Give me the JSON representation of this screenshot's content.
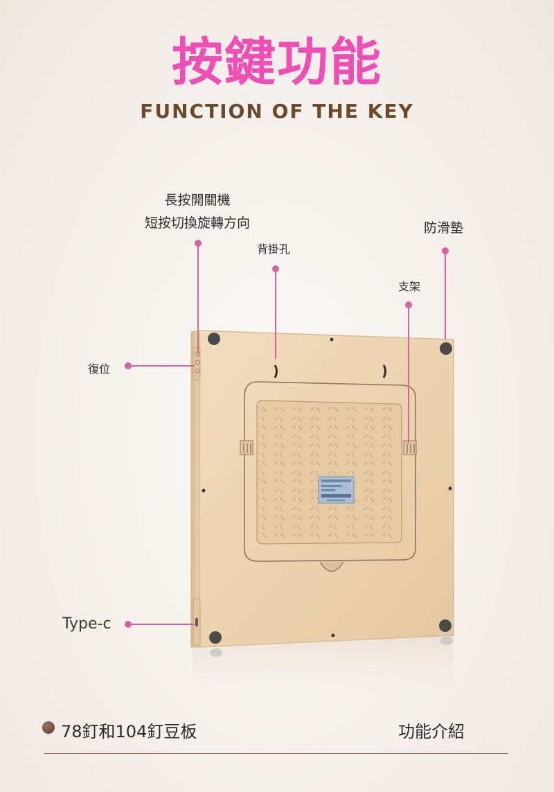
{
  "header": {
    "title": "按鍵功能",
    "subtitle": "FUNCTION OF THE KEY"
  },
  "callouts": {
    "power": {
      "line1": "長按開關機",
      "line2": "短按切換旋轉方向"
    },
    "hang_hole": "背掛孔",
    "anti_slip": "防滑墊",
    "stand": "支架",
    "reset": "復位",
    "type_c": "Type-c"
  },
  "footer": {
    "left": "78釘和104釘豆板",
    "right": "功能介紹"
  },
  "colors": {
    "title": "#ef4fb5",
    "subtitle": "#6a4a2c",
    "callout_line": "#d9629e",
    "device_body": "#ecd3b0"
  }
}
